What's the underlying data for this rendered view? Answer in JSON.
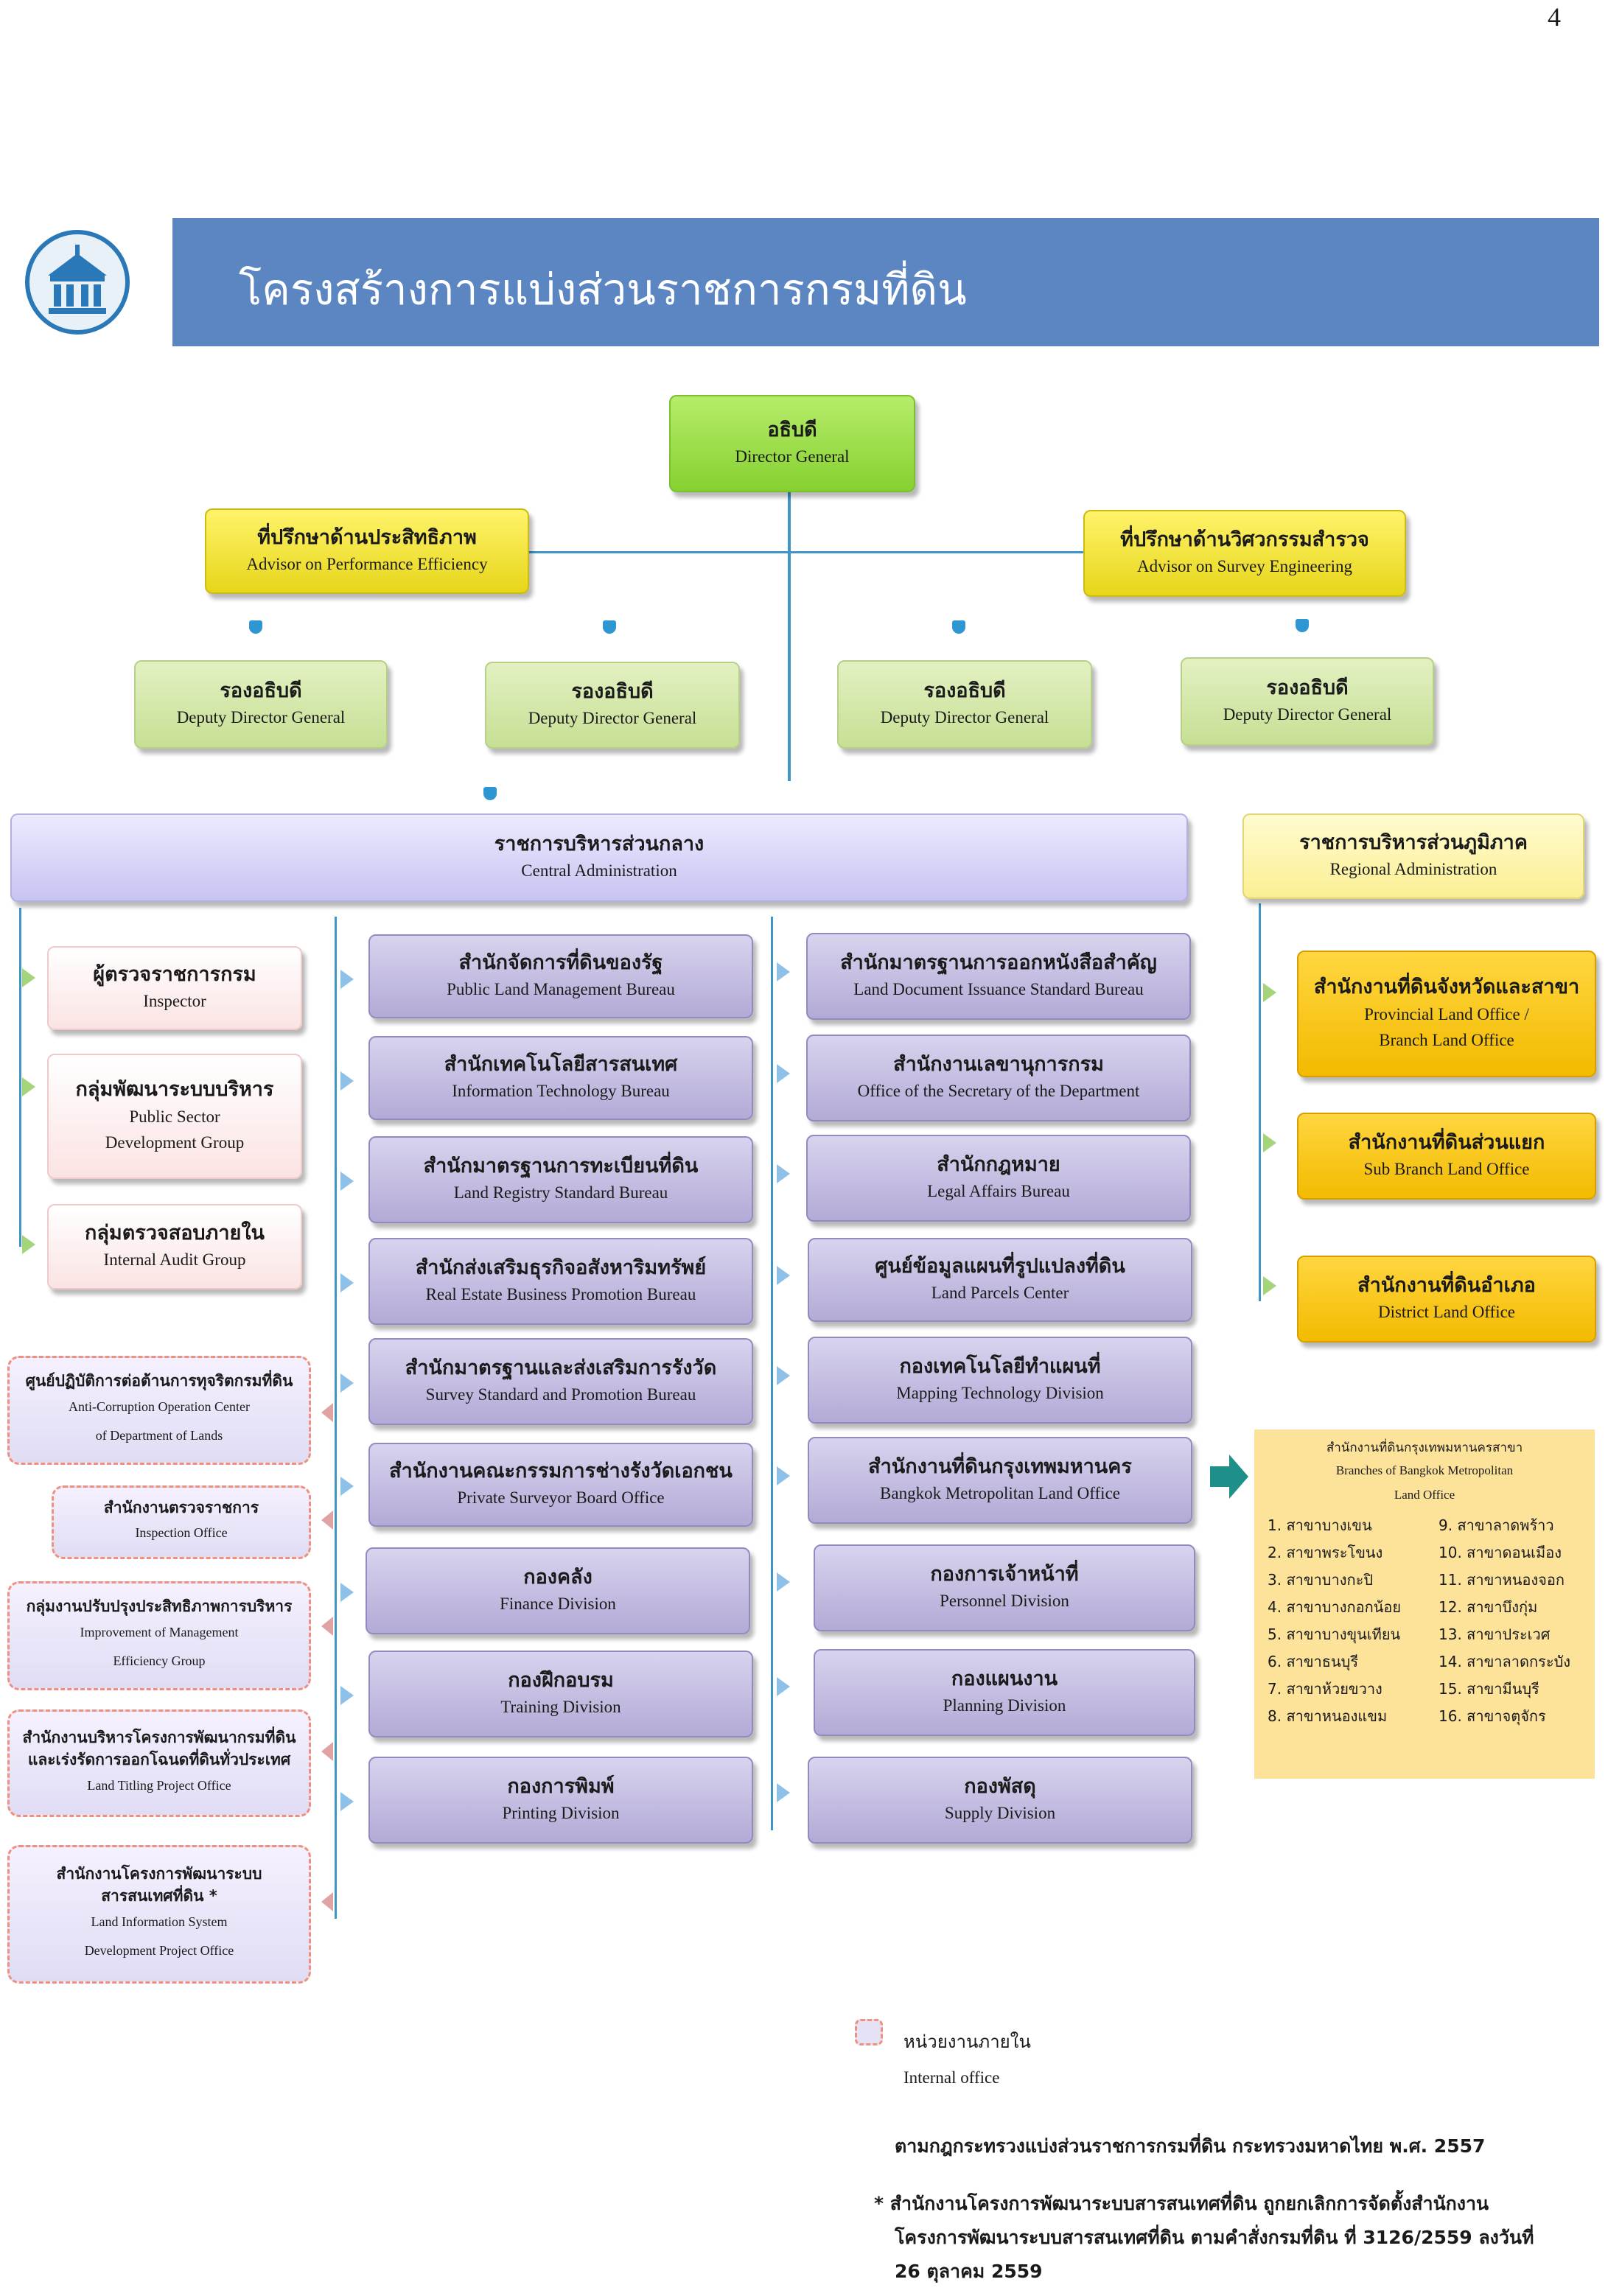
{
  "page_number": "4",
  "title": "โครงสร้างการแบ่งส่วนราชการกรมที่ดิน",
  "director": {
    "th": "อธิบดี",
    "en": "Director General"
  },
  "advisors": [
    {
      "th": "ที่ปรึกษาด้านประสิทธิภาพ",
      "en": "Advisor on Performance Efficiency"
    },
    {
      "th": "ที่ปรึกษาด้านวิศวกรรมสำรวจ",
      "en": "Advisor on Survey Engineering"
    }
  ],
  "deputies": [
    {
      "th": "รองอธิบดี",
      "en": "Deputy Director General"
    },
    {
      "th": "รองอธิบดี",
      "en": "Deputy Director General"
    },
    {
      "th": "รองอธิบดี",
      "en": "Deputy Director General"
    },
    {
      "th": "รองอธิบดี",
      "en": "Deputy Director General"
    }
  ],
  "central": {
    "th": "ราชการบริหารส่วนกลาง",
    "en": "Central Administration"
  },
  "regional": {
    "th": "ราชการบริหารส่วนภูมิภาค",
    "en": "Regional Administration"
  },
  "left_units": [
    {
      "th": "ผู้ตรวจราชการกรม",
      "en": "Inspector"
    },
    {
      "th": "กลุ่มพัฒนาระบบบริหาร",
      "en1": "Public Sector",
      "en2": "Development Group"
    },
    {
      "th": "กลุ่มตรวจสอบภายใน",
      "en": "Internal Audit Group"
    }
  ],
  "internal_units": [
    {
      "th": "ศูนย์ปฏิบัติการต่อต้านการทุจริตกรมที่ดิน",
      "en1": "Anti-Corruption Operation Center",
      "en2": "of Department of  Lands"
    },
    {
      "th": "สำนักงานตรวจราชการ",
      "en": "Inspection Office"
    },
    {
      "th": "กลุ่มงานปรับปรุงประสิทธิภาพการบริหาร",
      "en1": "Improvement of Management",
      "en2": "Efficiency Group"
    },
    {
      "th1": "สำนักงานบริหารโครงการพัฒนากรมที่ดิน",
      "th2": "และเร่งรัดการออกโฉนดที่ดินทั่วประเทศ",
      "en": "Land Titling Project Office"
    },
    {
      "th1": "สำนักงานโครงการพัฒนาระบบ",
      "th2": "สารสนเทศที่ดิน *",
      "en1": "Land Information System",
      "en2": "Development  Project Office"
    }
  ],
  "bureaus_col1": [
    {
      "th": "สำนักจัดการที่ดินของรัฐ",
      "en": "Public Land Management Bureau"
    },
    {
      "th": "สำนักเทคโนโลยีสารสนเทศ",
      "en": "Information Technology Bureau"
    },
    {
      "th": "สำนักมาตรฐานการทะเบียนที่ดิน",
      "en": "Land Registry Standard Bureau"
    },
    {
      "th": "สำนักส่งเสริมธุรกิจอสังหาริมทรัพย์",
      "en": "Real Estate Business Promotion Bureau"
    },
    {
      "th": "สำนักมาตรฐานและส่งเสริมการรังวัด",
      "en": "Survey Standard and Promotion Bureau"
    },
    {
      "th": "สำนักงานคณะกรรมการช่างรังวัดเอกชน",
      "en": "Private Surveyor Board Office"
    },
    {
      "th": "กองคลัง",
      "en": "Finance Division"
    },
    {
      "th": "กองฝึกอบรม",
      "en": "Training Division"
    },
    {
      "th": "กองการพิมพ์",
      "en": "Printing Division"
    }
  ],
  "bureaus_col2": [
    {
      "th": "สำนักมาตรฐานการออกหนังสือสำคัญ",
      "en": "Land Document Issuance Standard Bureau"
    },
    {
      "th": "สำนักงานเลขานุการกรม",
      "en": "Office of the Secretary of the Department"
    },
    {
      "th": "สำนักกฎหมาย",
      "en": "Legal Affairs Bureau"
    },
    {
      "th": "ศูนย์ข้อมูลแผนที่รูปแปลงที่ดิน",
      "en": "Land  Parcels Center"
    },
    {
      "th": "กองเทคโนโลยีทำแผนที่",
      "en": "Mapping Technology Division"
    },
    {
      "th": "สำนักงานที่ดินกรุงเทพมหานคร",
      "en": "Bangkok Metropolitan Land Office"
    },
    {
      "th": "กองการเจ้าหน้าที่",
      "en": "Personnel Division"
    },
    {
      "th": "กองแผนงาน",
      "en": "Planning Division"
    },
    {
      "th": "กองพัสดุ",
      "en": "Supply Division"
    }
  ],
  "regional_units": [
    {
      "th": "สำนักงานที่ดินจังหวัดและสาขา",
      "en1": "Provincial Land Office /",
      "en2": "Branch  Land Office"
    },
    {
      "th": "สำนักงานที่ดินส่วนแยก",
      "en": "Sub Branch Land Office"
    },
    {
      "th": "สำนักงานที่ดินอำเภอ",
      "en": "District Land Office"
    }
  ],
  "bangkok_branches": {
    "th": "สำนักงานที่ดินกรุงเทพมหานครสาขา",
    "en1": "Branches of Bangkok Metropolitan",
    "en2": "Land Office",
    "left": [
      "1. สาขาบางเขน",
      "2. สาขาพระโขนง",
      "3. สาขาบางกะปิ",
      "4. สาขาบางกอกน้อย",
      "5. สาขาบางขุนเทียน",
      "6. สาขาธนบุรี",
      "7. สาขาห้วยขวาง",
      "8. สาขาหนองแขม"
    ],
    "right": [
      "9. สาขาลาดพร้าว",
      "10. สาขาดอนเมือง",
      "11. สาขาหนองจอก",
      "12. สาขาบึงกุ่ม",
      "13. สาขาประเวศ",
      "14. สาขาลาดกระบัง",
      "15. สาขามีนบุรี",
      "16. สาขาจตุจักร"
    ]
  },
  "legend": {
    "th": "หน่วยงานภายใน",
    "en": "Internal office"
  },
  "notes": {
    "law": "ตามกฎกระทรวงแบ่งส่วนราชการกรมที่ดิน กระทรวงมหาดไทย พ.ศ. 2557",
    "footnote1": "* สำนักงานโครงการพัฒนาระบบสารสนเทศที่ดิน ถูกยกเลิกการจัดตั้งสำนักงาน",
    "footnote2": "โครงการพัฒนาระบบสารสนเทศที่ดิน  ตามคำสั่งกรมที่ดิน ที่ 3126/2559 ลงวันที่",
    "footnote3": "26 ตุลาคม 2559"
  },
  "colors": {
    "banner": "#5b86c2",
    "line": "#3f95c6",
    "director": "#8fd63a",
    "advisor": "#f2e33a",
    "regional_unit": "#f9c81a",
    "bureau": "#c0b8e0"
  }
}
